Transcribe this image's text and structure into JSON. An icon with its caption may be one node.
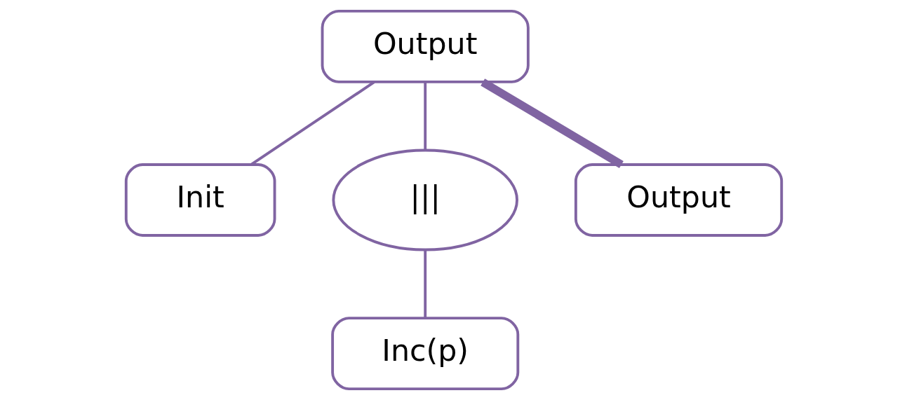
{
  "diagram": {
    "nodes": [
      {
        "text": [
          "Output"
        ]
      },
      {
        "text": [
          "Init"
        ]
      },
      {
        "text": [
          "|||"
        ]
      },
      {
        "text": [
          "Inc(p)"
        ]
      },
      {
        "text": [
          "Output"
        ]
      }
    ],
    "edges": [
      {
        "from": 0,
        "to": 1,
        "arrow": "none"
      },
      {
        "from": 0,
        "to": 2,
        "arrow": "none"
      },
      {
        "from": 2,
        "to": 3,
        "arrow": "none"
      },
      {
        "from": 0,
        "to": 4,
        "arrow": "none",
        "style": "thick"
      }
    ]
  }
}
